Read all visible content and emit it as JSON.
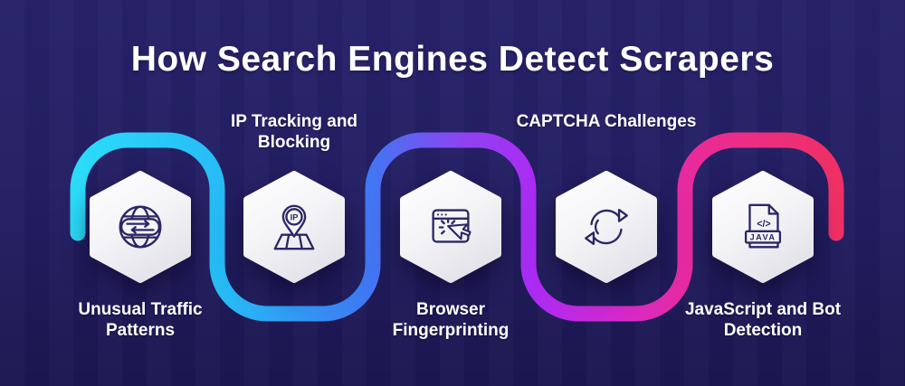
{
  "title": "How Search Engines Detect Scrapers",
  "colors": {
    "background_top": "#272269",
    "background_bottom": "#1B1650",
    "text": "#FFFFFF",
    "icon_stroke": "#2B2765",
    "hexagon_fill_top": "#FFFFFF",
    "hexagon_fill_bottom": "#E6E6EC"
  },
  "flow_line": {
    "description": "serpentine-connector",
    "gradient": [
      {
        "offset": "0%",
        "color": "#2BDCF9"
      },
      {
        "offset": "20%",
        "color": "#27B9F5"
      },
      {
        "offset": "38%",
        "color": "#3E79F2"
      },
      {
        "offset": "50%",
        "color": "#8A46F0"
      },
      {
        "offset": "60%",
        "color": "#AB2BF2"
      },
      {
        "offset": "70%",
        "color": "#D229D4"
      },
      {
        "offset": "82%",
        "color": "#EA2B96"
      },
      {
        "offset": "100%",
        "color": "#EF3064"
      }
    ]
  },
  "steps": [
    {
      "label": "Unusual Traffic Patterns",
      "icon": "globe-traffic-icon",
      "label_position": "below"
    },
    {
      "label": "IP Tracking and Blocking",
      "icon": "ip-location-pin-icon",
      "label_position": "above",
      "icon_text": "IP"
    },
    {
      "label": "Browser Fingerprinting",
      "icon": "browser-cursor-icon",
      "label_position": "below"
    },
    {
      "label": "CAPTCHA Challenges",
      "icon": "captcha-refresh-icon",
      "label_position": "above"
    },
    {
      "label": "JavaScript and Bot Detection",
      "icon": "java-file-code-icon",
      "label_position": "below",
      "icon_text": "JAVA",
      "code_text": "</>"
    }
  ]
}
